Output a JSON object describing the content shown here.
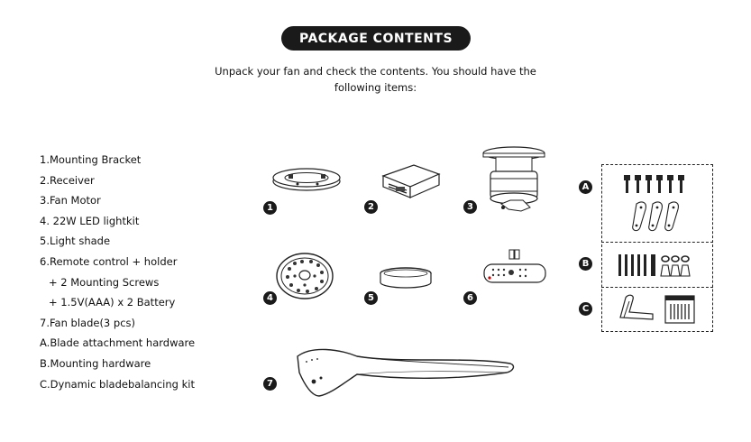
{
  "header": {
    "title": "PACKAGE CONTENTS",
    "intro_line1": "Unpack your fan and check the contents. You should have the",
    "intro_line2": "following items:"
  },
  "items": [
    "1.Mounting Bracket",
    "2.Receiver",
    "3.Fan Motor",
    "4. 22W LED lightkit",
    "5.Light shade",
    "6.Remote control + holder",
    "+ 2 Mounting Screws",
    "+ 1.5V(AAA) x 2 Battery",
    "7.Fan blade(3 pcs)",
    "A.Blade attachment hardware",
    "B.Mounting hardware",
    "C.Dynamic bladebalancing kit"
  ],
  "badges": {
    "n1": "1",
    "n2": "2",
    "n3": "3",
    "n4": "4",
    "n5": "5",
    "n6": "6",
    "n7": "7",
    "a": "A",
    "b": "B",
    "c": "C"
  },
  "icons": [
    "mounting-bracket-icon",
    "receiver-icon",
    "fan-motor-icon",
    "led-lightkit-icon",
    "light-shade-icon",
    "remote-control-icon",
    "fan-blade-icon",
    "blade-hardware-icon",
    "mounting-hardware-icon",
    "balancing-kit-icon"
  ],
  "colors": {
    "badge": "#1a1a1a",
    "line": "#222222",
    "background": "#ffffff"
  }
}
